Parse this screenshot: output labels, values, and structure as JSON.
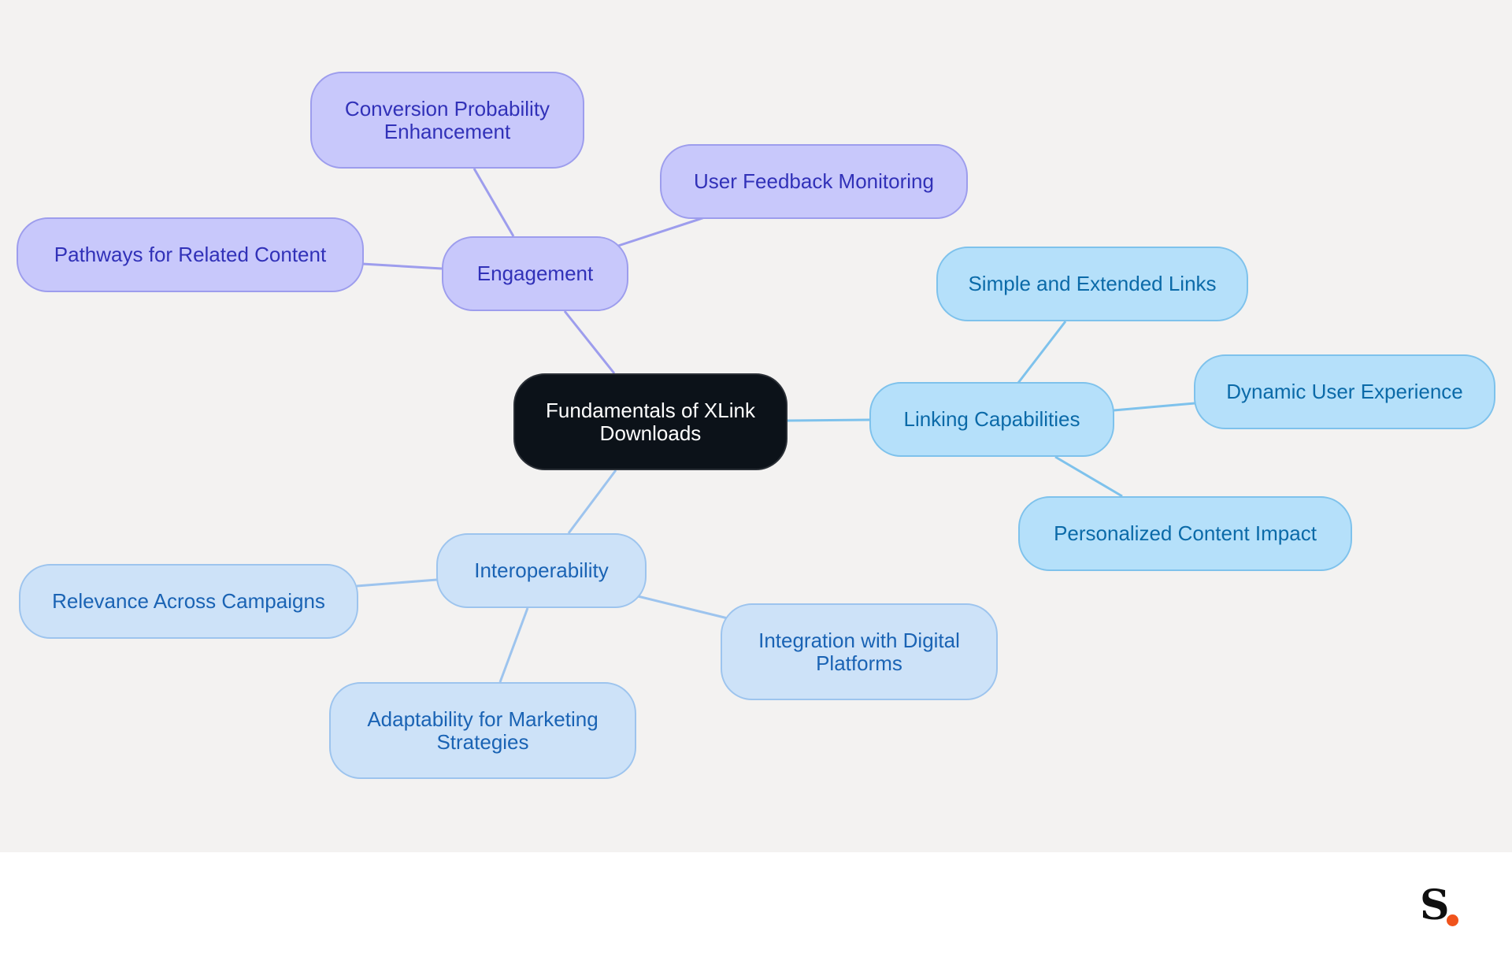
{
  "diagram": {
    "type": "mind-map",
    "root": {
      "id": "root",
      "label": "Fundamentals of XLink\nDownloads"
    },
    "branches": [
      {
        "id": "engagement",
        "label": "Engagement",
        "color": "#9d9ded",
        "children": [
          {
            "id": "conversion",
            "label": "Conversion Probability\nEnhancement"
          },
          {
            "id": "feedback",
            "label": "User Feedback Monitoring"
          },
          {
            "id": "pathways",
            "label": "Pathways for Related Content"
          }
        ]
      },
      {
        "id": "linking",
        "label": "Linking Capabilities",
        "color": "#7ec2ec",
        "children": [
          {
            "id": "simple",
            "label": "Simple and Extended Links"
          },
          {
            "id": "dynamic",
            "label": "Dynamic User Experience"
          },
          {
            "id": "personalized",
            "label": "Personalized Content Impact"
          }
        ]
      },
      {
        "id": "interop",
        "label": "Interoperability",
        "color": "#9dc4ee",
        "children": [
          {
            "id": "relevance",
            "label": "Relevance Across Campaigns"
          },
          {
            "id": "integration",
            "label": "Integration with Digital\nPlatforms"
          },
          {
            "id": "adaptability",
            "label": "Adaptability for Marketing\nStrategies"
          }
        ]
      }
    ]
  },
  "colors": {
    "background": "#f3f2f1",
    "root_fill": "#0c1219",
    "engagement_fill": "#c8c8fb",
    "linking_fill": "#b5e0fa",
    "interop_fill": "#cde2f8",
    "logo_dot": "#f0531c"
  },
  "logo": {
    "letter": "S",
    "icon": "brand-logo-icon"
  }
}
